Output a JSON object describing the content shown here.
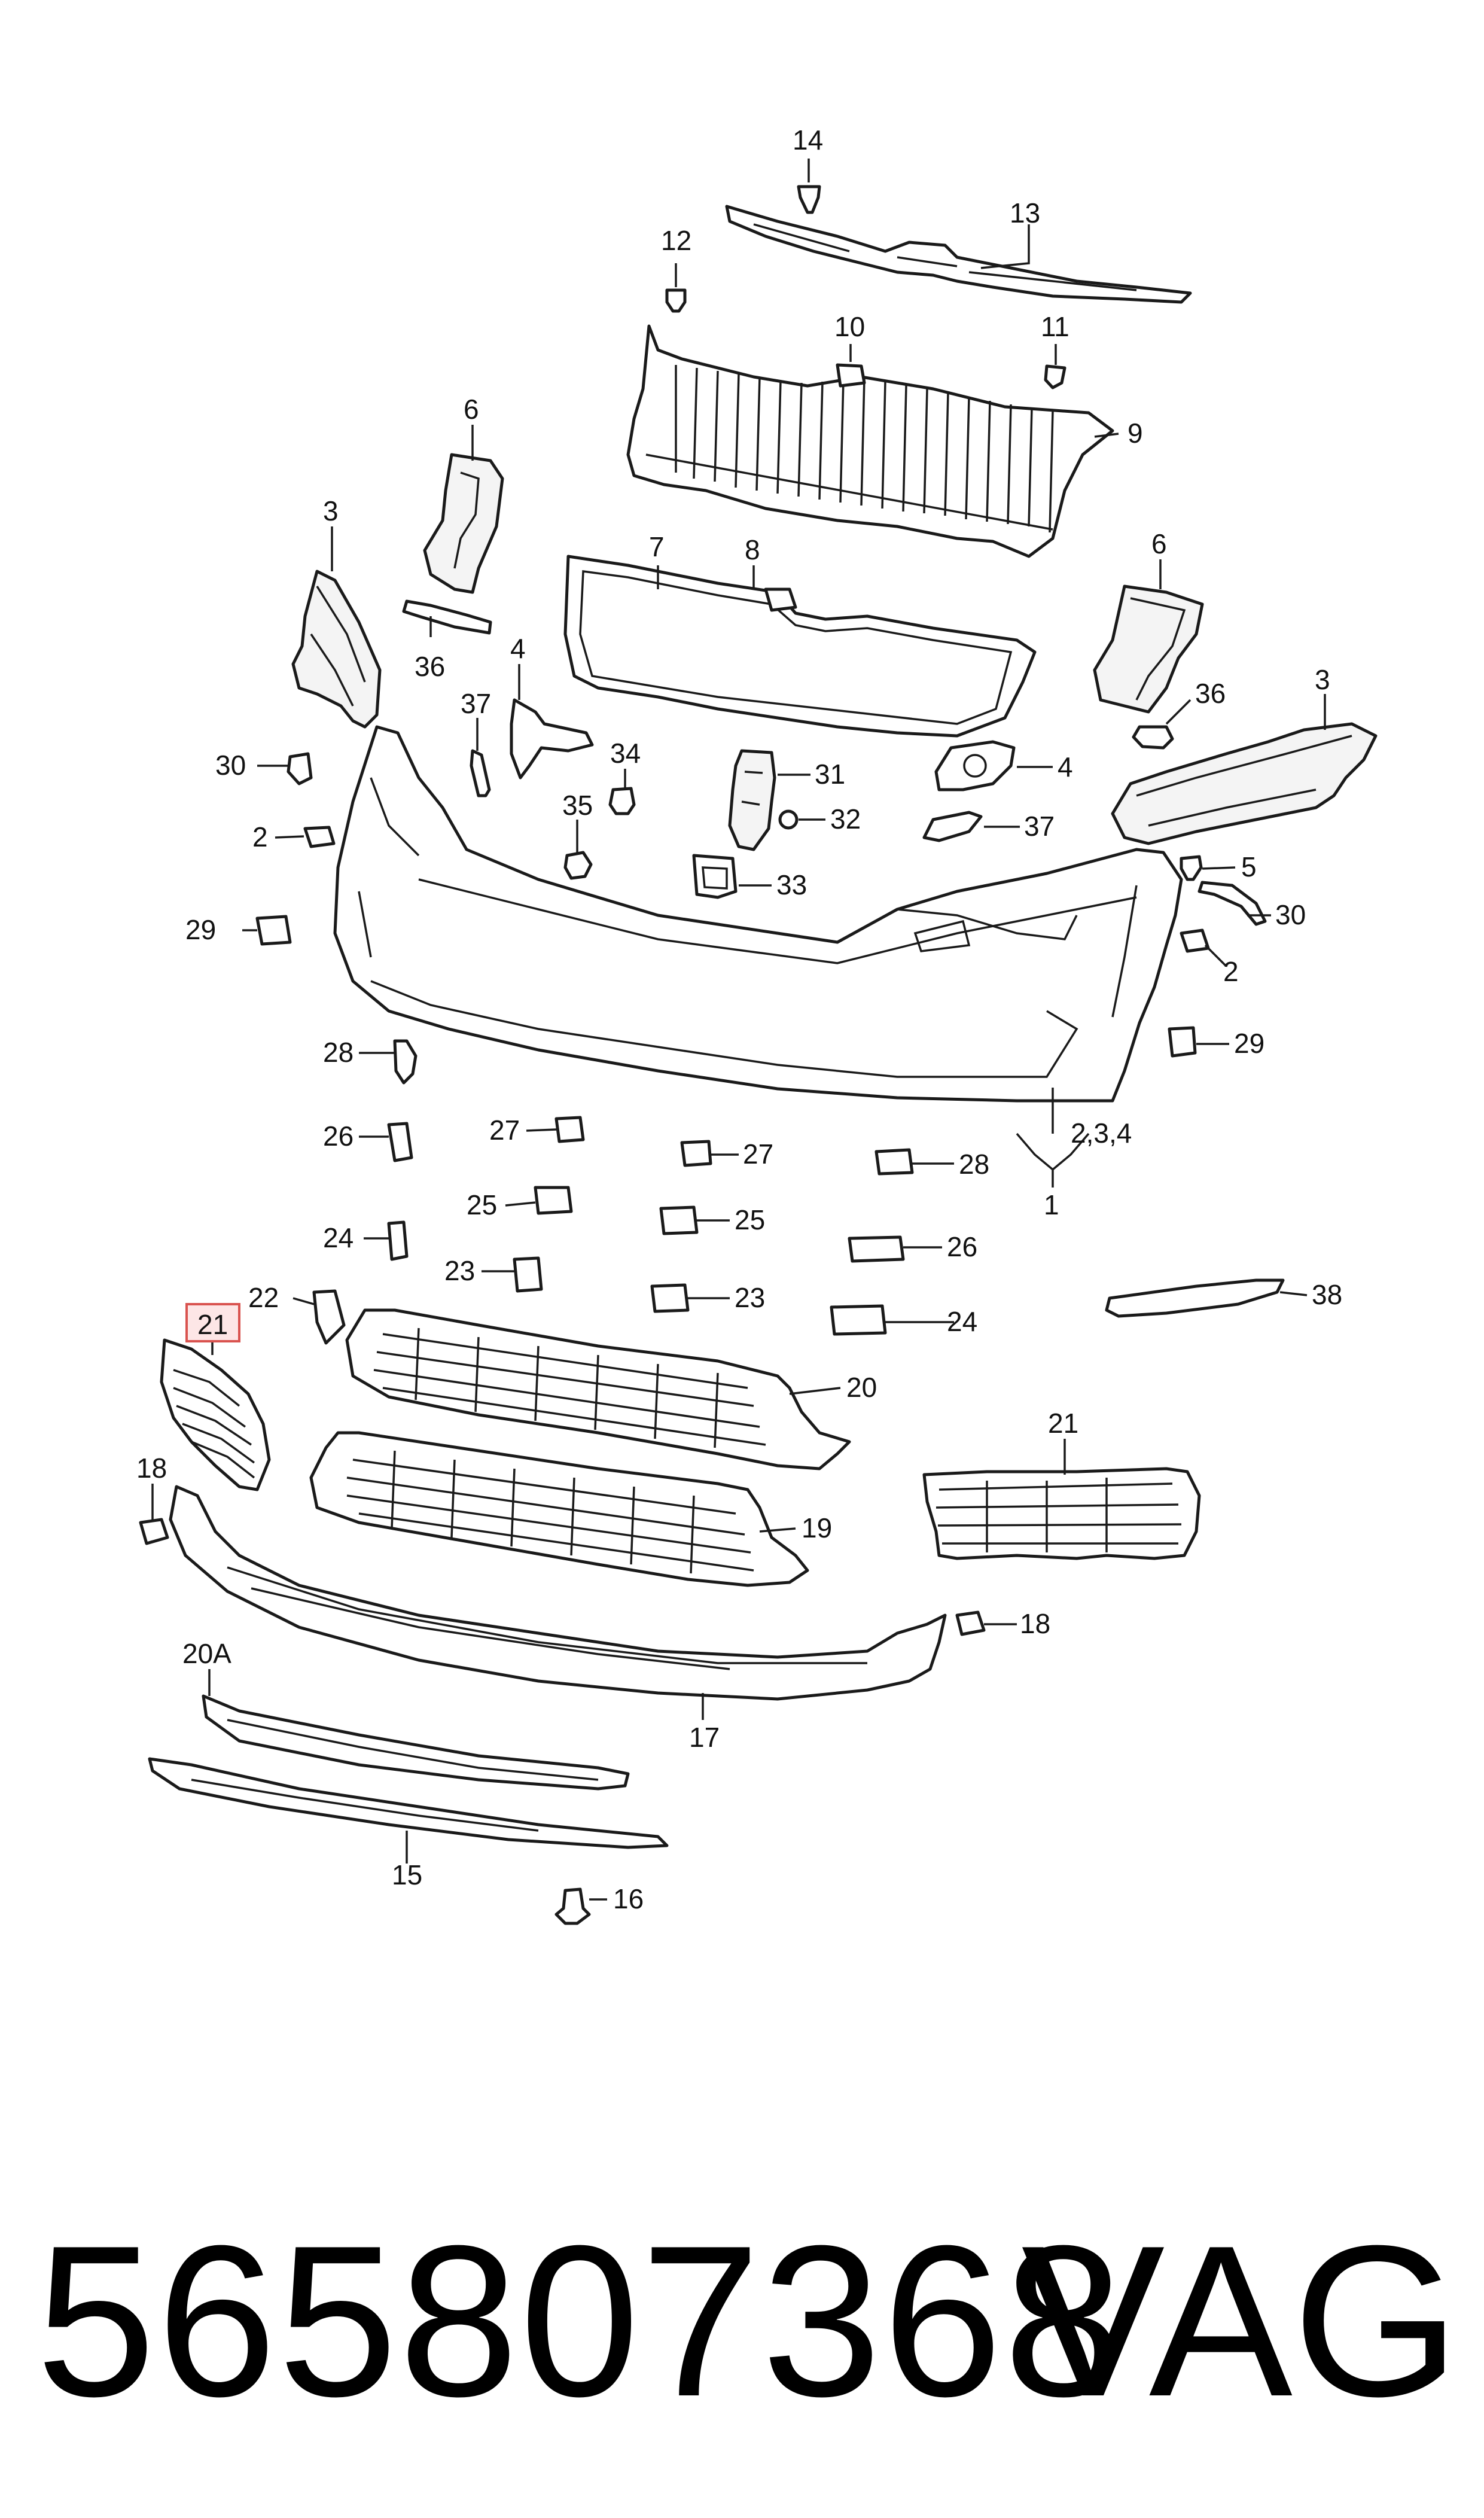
{
  "diagram": {
    "highlight": {
      "label": "21",
      "color": "#d9534f"
    },
    "callouts": [
      {
        "id": "c14",
        "text": "14"
      },
      {
        "id": "c13",
        "text": "13"
      },
      {
        "id": "c12",
        "text": "12"
      },
      {
        "id": "c10",
        "text": "10"
      },
      {
        "id": "c11",
        "text": "11"
      },
      {
        "id": "c9",
        "text": "9"
      },
      {
        "id": "c6a",
        "text": "6"
      },
      {
        "id": "c6b",
        "text": "6"
      },
      {
        "id": "c3a",
        "text": "3"
      },
      {
        "id": "c3b",
        "text": "3"
      },
      {
        "id": "c7",
        "text": "7"
      },
      {
        "id": "c8",
        "text": "8"
      },
      {
        "id": "c36a",
        "text": "36"
      },
      {
        "id": "c36b",
        "text": "36"
      },
      {
        "id": "c4a",
        "text": "4"
      },
      {
        "id": "c4b",
        "text": "4"
      },
      {
        "id": "c37a",
        "text": "37"
      },
      {
        "id": "c37b",
        "text": "37"
      },
      {
        "id": "c34",
        "text": "34"
      },
      {
        "id": "c31",
        "text": "31"
      },
      {
        "id": "c30a",
        "text": "30"
      },
      {
        "id": "c30b",
        "text": "30"
      },
      {
        "id": "c35",
        "text": "35"
      },
      {
        "id": "c32",
        "text": "32"
      },
      {
        "id": "c2a",
        "text": "2"
      },
      {
        "id": "c2b",
        "text": "2"
      },
      {
        "id": "c33",
        "text": "33"
      },
      {
        "id": "c5",
        "text": "5"
      },
      {
        "id": "c29a",
        "text": "29"
      },
      {
        "id": "c29b",
        "text": "29"
      },
      {
        "id": "c28a",
        "text": "28"
      },
      {
        "id": "c28b",
        "text": "28"
      },
      {
        "id": "c234",
        "text": "2,3,4"
      },
      {
        "id": "c1",
        "text": "1"
      },
      {
        "id": "c26a",
        "text": "26"
      },
      {
        "id": "c26b",
        "text": "26"
      },
      {
        "id": "c27a",
        "text": "27"
      },
      {
        "id": "c27b",
        "text": "27"
      },
      {
        "id": "c25a",
        "text": "25"
      },
      {
        "id": "c25b",
        "text": "25"
      },
      {
        "id": "c24a",
        "text": "24"
      },
      {
        "id": "c24b",
        "text": "24"
      },
      {
        "id": "c23a",
        "text": "23"
      },
      {
        "id": "c23b",
        "text": "23"
      },
      {
        "id": "c22",
        "text": "22"
      },
      {
        "id": "c38",
        "text": "38"
      },
      {
        "id": "c21b",
        "text": "21"
      },
      {
        "id": "c20",
        "text": "20"
      },
      {
        "id": "c18a",
        "text": "18"
      },
      {
        "id": "c18b",
        "text": "18"
      },
      {
        "id": "c19",
        "text": "19"
      },
      {
        "id": "c20A",
        "text": "20A"
      },
      {
        "id": "c17",
        "text": "17"
      },
      {
        "id": "c15",
        "text": "15"
      },
      {
        "id": "c16",
        "text": "16"
      }
    ]
  },
  "footer": {
    "part_number": "565807368",
    "brand": "VAG"
  }
}
